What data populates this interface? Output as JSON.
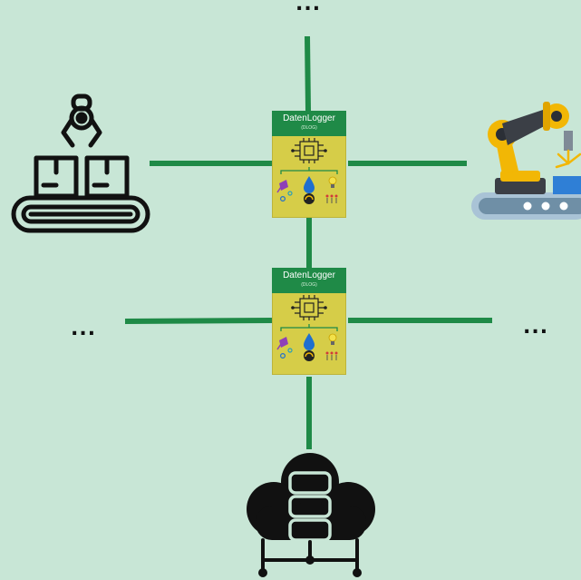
{
  "diagram": {
    "ellipsis_top": "...",
    "ellipsis_left": "...",
    "ellipsis_right": "...",
    "datalogger_1": {
      "title": "DatenLogger",
      "subtitle": "(DLOG)"
    },
    "datalogger_2": {
      "title": "DatenLogger",
      "subtitle": "(DLOG)"
    },
    "icons": {
      "left_node": "conveyor-gripper-icon",
      "right_node": "robot-arm-icon",
      "bottom_node": "cloud-server-icon",
      "logger_chip": "chip-icon"
    },
    "colors": {
      "background": "#c8e6d6",
      "connector": "#1f8a47",
      "logger_body": "#d6cd48",
      "logger_header": "#1f8a47",
      "robot_arm": "#f2b705"
    }
  }
}
